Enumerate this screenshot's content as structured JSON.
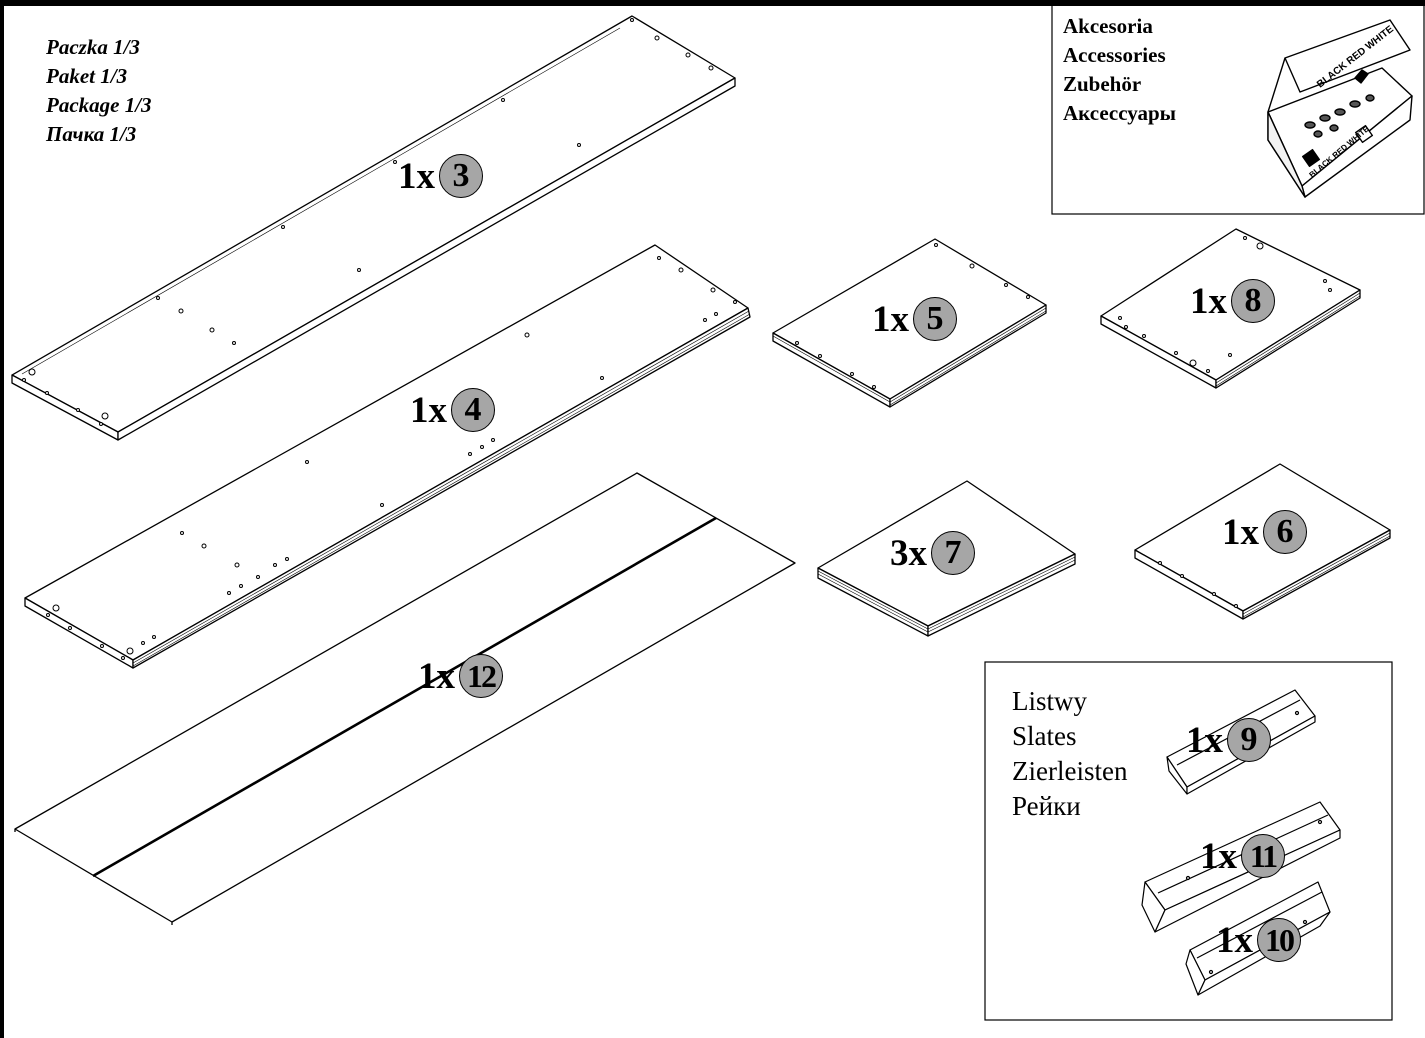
{
  "package_lines": [
    "Paczka 1/3",
    "Paket 1/3",
    "Package 1/3",
    "Пачка 1/3"
  ],
  "accessories_lines": [
    "Akcesoria",
    "Accessories",
    "Zubehör",
    "Аксессуары"
  ],
  "accessories_box_print": "BLACK RED WHITE",
  "slats_lines": [
    "Listwy",
    "Slates",
    "Zierleisten",
    "Рейки"
  ],
  "parts": {
    "p3": {
      "qty": "1x",
      "num": "3"
    },
    "p4": {
      "qty": "1x",
      "num": "4"
    },
    "p5": {
      "qty": "1x",
      "num": "5"
    },
    "p8": {
      "qty": "1x",
      "num": "8"
    },
    "p7": {
      "qty": "3x",
      "num": "7"
    },
    "p6": {
      "qty": "1x",
      "num": "6"
    },
    "p12": {
      "qty": "1x",
      "num": "12"
    },
    "p9": {
      "qty": "1x",
      "num": "9"
    },
    "p11": {
      "qty": "1x",
      "num": "11"
    },
    "p10": {
      "qty": "1x",
      "num": "10"
    }
  }
}
